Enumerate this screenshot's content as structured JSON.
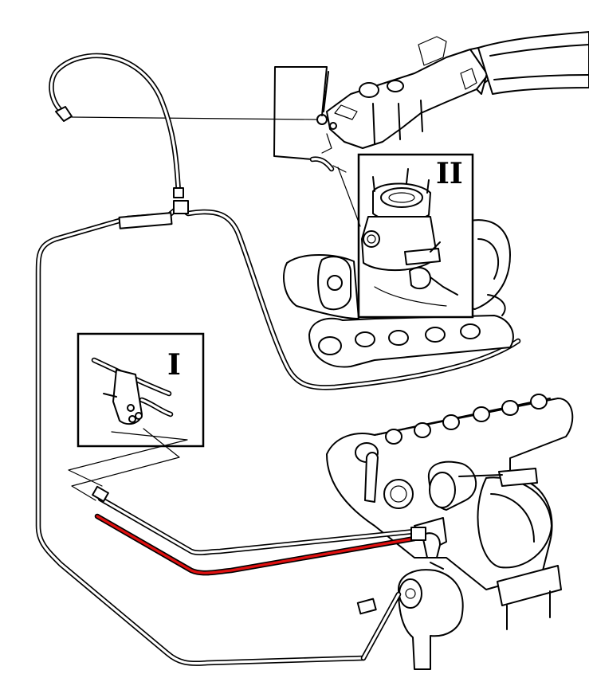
{
  "diagram": {
    "callouts": [
      {
        "id": "I",
        "label": "I"
      },
      {
        "id": "II",
        "label": "II"
      }
    ],
    "highlight_color": "#e01010",
    "line_color": "#000000",
    "background": "#ffffff"
  }
}
